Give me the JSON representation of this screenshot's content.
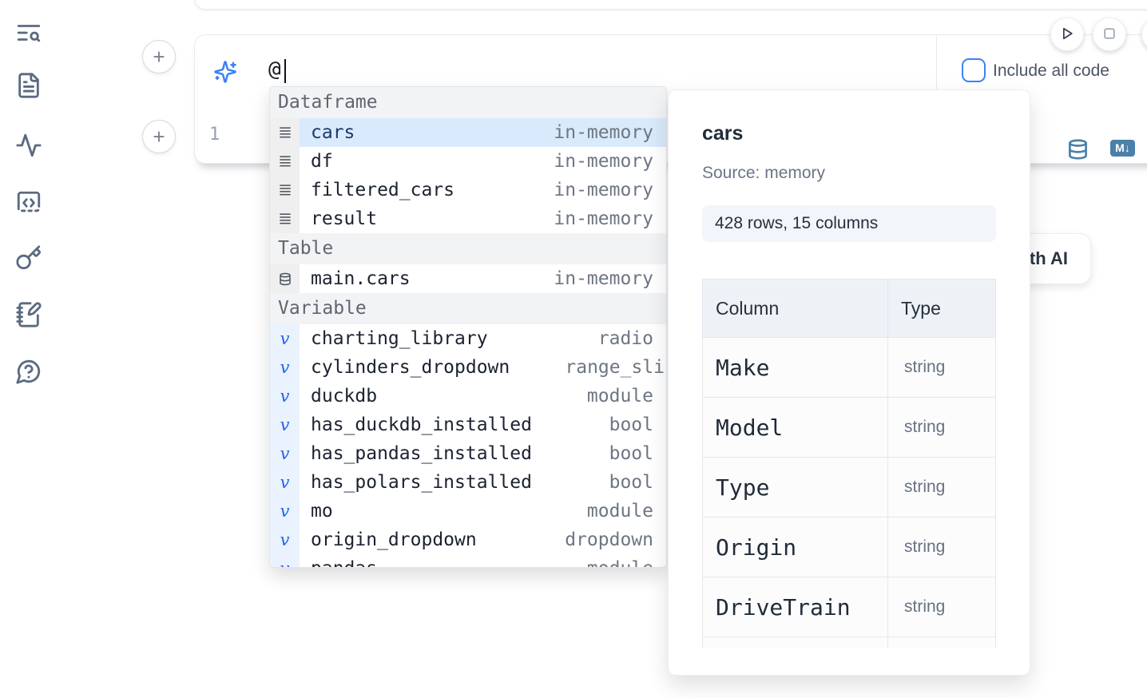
{
  "colors": {
    "accent_blue": "#3b82f6",
    "steel_blue": "#4b80a9",
    "selection_bg": "#d9eafc"
  },
  "icons": {
    "variable_glyph": "v",
    "markdown_badge": "M↓"
  },
  "sidebar": {
    "icons": [
      "outline-search",
      "document",
      "activity",
      "code-snippets",
      "key",
      "notebook-pen",
      "help-chat"
    ]
  },
  "run_controls": {
    "play": "run-cell",
    "stop": "interrupt"
  },
  "ai_prompt": {
    "value": "@",
    "include_all_code_label": "Include all code"
  },
  "code_cell": {
    "line_number": "1"
  },
  "generate_ai_button": {
    "label": "Generate with AI"
  },
  "autocomplete": {
    "sections": [
      {
        "label": "Dataframe",
        "items": [
          {
            "name": "cars",
            "detail": "in-memory",
            "icon": "dataframe",
            "selected": true
          },
          {
            "name": "df",
            "detail": "in-memory",
            "icon": "dataframe"
          },
          {
            "name": "filtered_cars",
            "detail": "in-memory",
            "icon": "dataframe"
          },
          {
            "name": "result",
            "detail": "in-memory",
            "icon": "dataframe"
          }
        ]
      },
      {
        "label": "Table",
        "items": [
          {
            "name": "main.cars",
            "detail": "in-memory",
            "icon": "table"
          }
        ]
      },
      {
        "label": "Variable",
        "items": [
          {
            "name": "charting_library",
            "detail": "radio",
            "icon": "variable"
          },
          {
            "name": "cylinders_dropdown",
            "detail": "range_sli",
            "icon": "variable"
          },
          {
            "name": "duckdb",
            "detail": "module",
            "icon": "variable"
          },
          {
            "name": "has_duckdb_installed",
            "detail": "bool",
            "icon": "variable"
          },
          {
            "name": "has_pandas_installed",
            "detail": "bool",
            "icon": "variable"
          },
          {
            "name": "has_polars_installed",
            "detail": "bool",
            "icon": "variable"
          },
          {
            "name": "mo",
            "detail": "module",
            "icon": "variable"
          },
          {
            "name": "origin_dropdown",
            "detail": "dropdown",
            "icon": "variable"
          },
          {
            "name": "pandas",
            "detail": "module",
            "icon": "variable",
            "clipped": true
          }
        ]
      }
    ]
  },
  "preview": {
    "title": "cars",
    "source_label": "Source: memory",
    "shape_badge": "428 rows, 15 columns",
    "schema_table": {
      "headers": [
        "Column",
        "Type"
      ],
      "rows": [
        [
          "Make",
          "string"
        ],
        [
          "Model",
          "string"
        ],
        [
          "Type",
          "string"
        ],
        [
          "Origin",
          "string"
        ],
        [
          "DriveTrain",
          "string"
        ],
        [
          "",
          ""
        ]
      ]
    }
  }
}
